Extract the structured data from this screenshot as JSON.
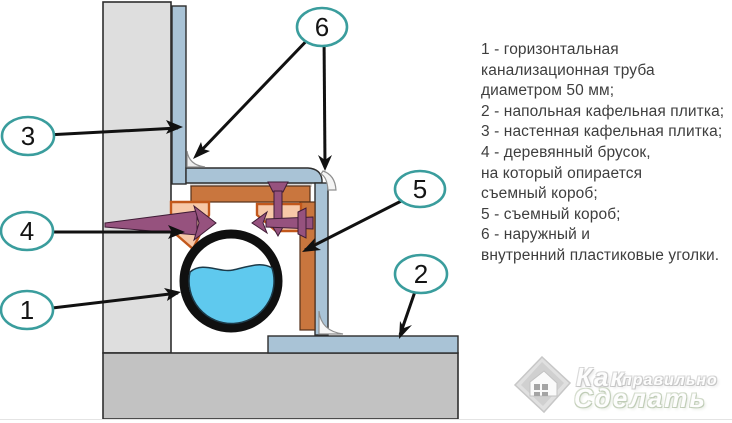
{
  "legend": {
    "lines": [
      "1 - горизонтальная",
      "канализационная труба",
      "диаметром 50 мм;",
      "2 - напольная кафельная плитка;",
      "3 - настенная кафельная плитка;",
      "4 - деревянный брусок,",
      "на который опирается",
      "съемный короб;",
      "5 - съемный короб;",
      "6 - наружный и",
      "внутренний пластиковые уголки."
    ]
  },
  "callouts": {
    "c1": "1",
    "c2": "2",
    "c3": "3",
    "c4": "4",
    "c5": "5",
    "c6": "6"
  },
  "watermark": {
    "word1": "Как",
    "word2": "правильно",
    "word3": "Сделать"
  },
  "colors": {
    "accent_teal": "#3a9d9d",
    "tile_blue": "#a9c3d6",
    "wood_orange": "#c9763e",
    "bar_salmon": "#f7c8a8",
    "screw_purple": "#96527e",
    "water_blue": "#5fc9ee",
    "wall_gray": "#dedede",
    "floor_gray": "#c2c2c2"
  }
}
